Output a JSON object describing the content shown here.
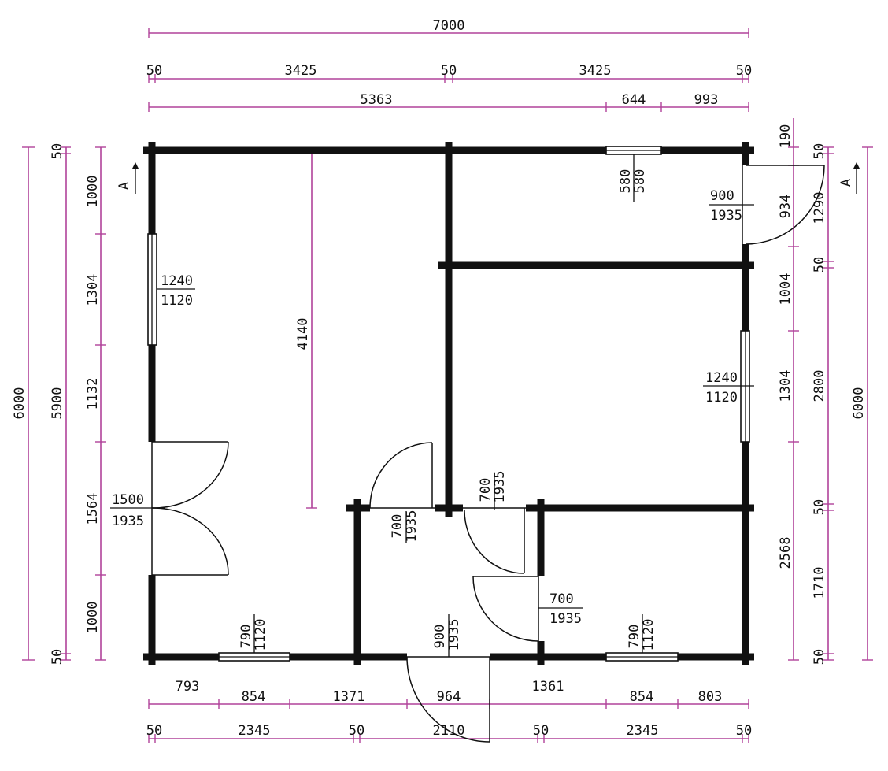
{
  "plan": {
    "top": {
      "overall": "7000",
      "row2": [
        "50",
        "3425",
        "50",
        "3425",
        "50"
      ],
      "row3": [
        "5363",
        "644",
        "993"
      ]
    },
    "bottom": {
      "row1": [
        "793",
        "854",
        "1371",
        "964",
        "1361",
        "854",
        "803"
      ],
      "row2": [
        "50",
        "2345",
        "50",
        "2110",
        "50",
        "2345",
        "50"
      ]
    },
    "left": {
      "overall": "6000",
      "mid": "5900",
      "top_50": "50",
      "bottom_50": "50",
      "segments": [
        "1000",
        "1304",
        "1132",
        "1564",
        "1000"
      ],
      "interior": "4140"
    },
    "right": {
      "col1": [
        "190",
        "934",
        "1004",
        "1304",
        "2568"
      ],
      "col2": [
        "50",
        "1290",
        "50",
        "2800",
        "50",
        "1710",
        "50"
      ],
      "overall": "6000"
    },
    "section_marker": "A",
    "windows": {
      "top": [
        "580",
        "580"
      ],
      "left": [
        "1240",
        "1120"
      ],
      "right": [
        "1240",
        "1120"
      ],
      "bottom_left": [
        "790",
        "1120"
      ],
      "bottom_right": [
        "790",
        "1120"
      ]
    },
    "doors": {
      "entry_right": [
        "900",
        "1935"
      ],
      "left_double": [
        "1500",
        "1935"
      ],
      "inner_a": [
        "700",
        "1935"
      ],
      "inner_b": [
        "700",
        "1935"
      ],
      "inner_c": [
        "700",
        "1935"
      ],
      "front": [
        "900",
        "1935"
      ]
    }
  }
}
